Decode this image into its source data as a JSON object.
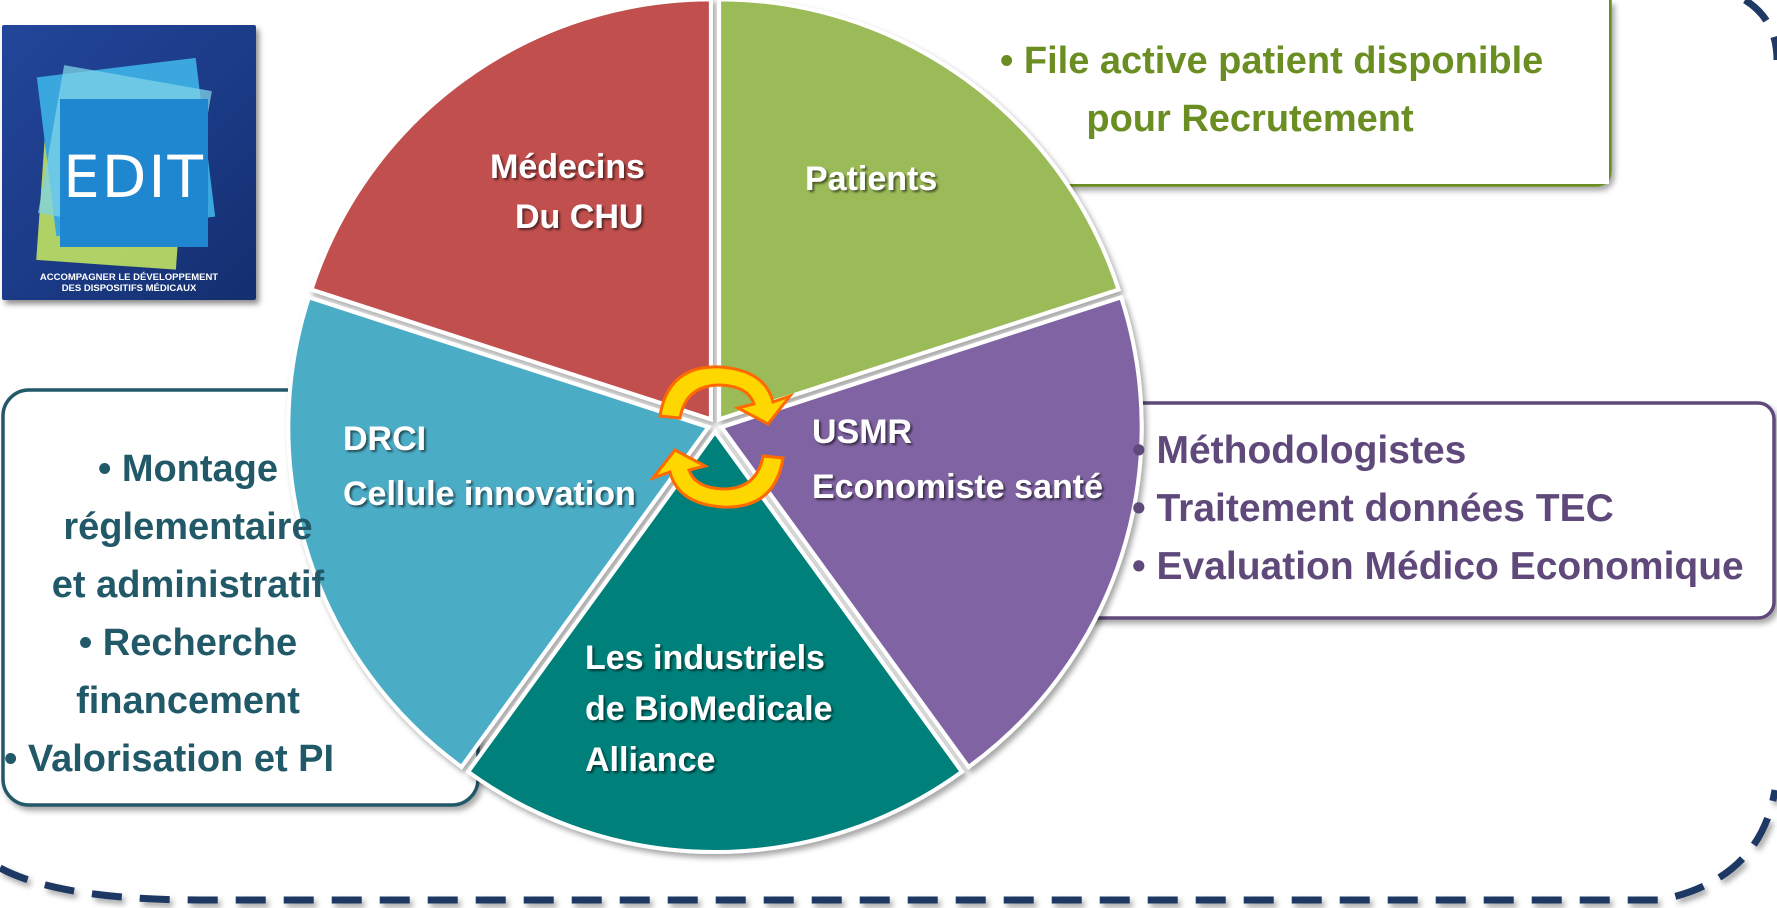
{
  "logo": {
    "text": "EDIT",
    "subtitle_line1": "ACCOMPAGNER LE DÉVELOPPEMENT",
    "subtitle_line2": "DES DISPOSITIFS MÉDICAUX"
  },
  "segments": [
    {
      "id": "medecins",
      "lines": [
        "Médecins",
        "Du CHU"
      ],
      "color": "#c0504d"
    },
    {
      "id": "patients",
      "lines": [
        "Patients"
      ],
      "color": "#9bbb59"
    },
    {
      "id": "usmr",
      "lines": [
        "USMR",
        "Economiste santé"
      ],
      "color": "#8064a2"
    },
    {
      "id": "industriels",
      "lines": [
        "Les industriels",
        "de BioMedicale",
        "Alliance"
      ],
      "color": "#00807a"
    },
    {
      "id": "drci",
      "lines": [
        "DRCI",
        "Cellule innovation"
      ],
      "color": "#4bacc6"
    }
  ],
  "boxes": {
    "patients": {
      "color": "#6b8e23",
      "lines": [
        "• File active patient disponible",
        "pour Recrutement"
      ]
    },
    "usmr": {
      "color": "#5f497a",
      "lines": [
        "• Méthodologistes",
        "• Traitement données TEC",
        "• Evaluation Médico Economique"
      ]
    },
    "drci": {
      "color": "#215968",
      "lines": [
        "• Montage",
        "réglementaire",
        "et administratif",
        "• Recherche",
        "financement",
        "• Valorisation et PI"
      ]
    }
  },
  "colors": {
    "outer_dash": "#1f3864",
    "cycle_fill": "#ffd700",
    "cycle_stroke": "#ff6a00"
  }
}
